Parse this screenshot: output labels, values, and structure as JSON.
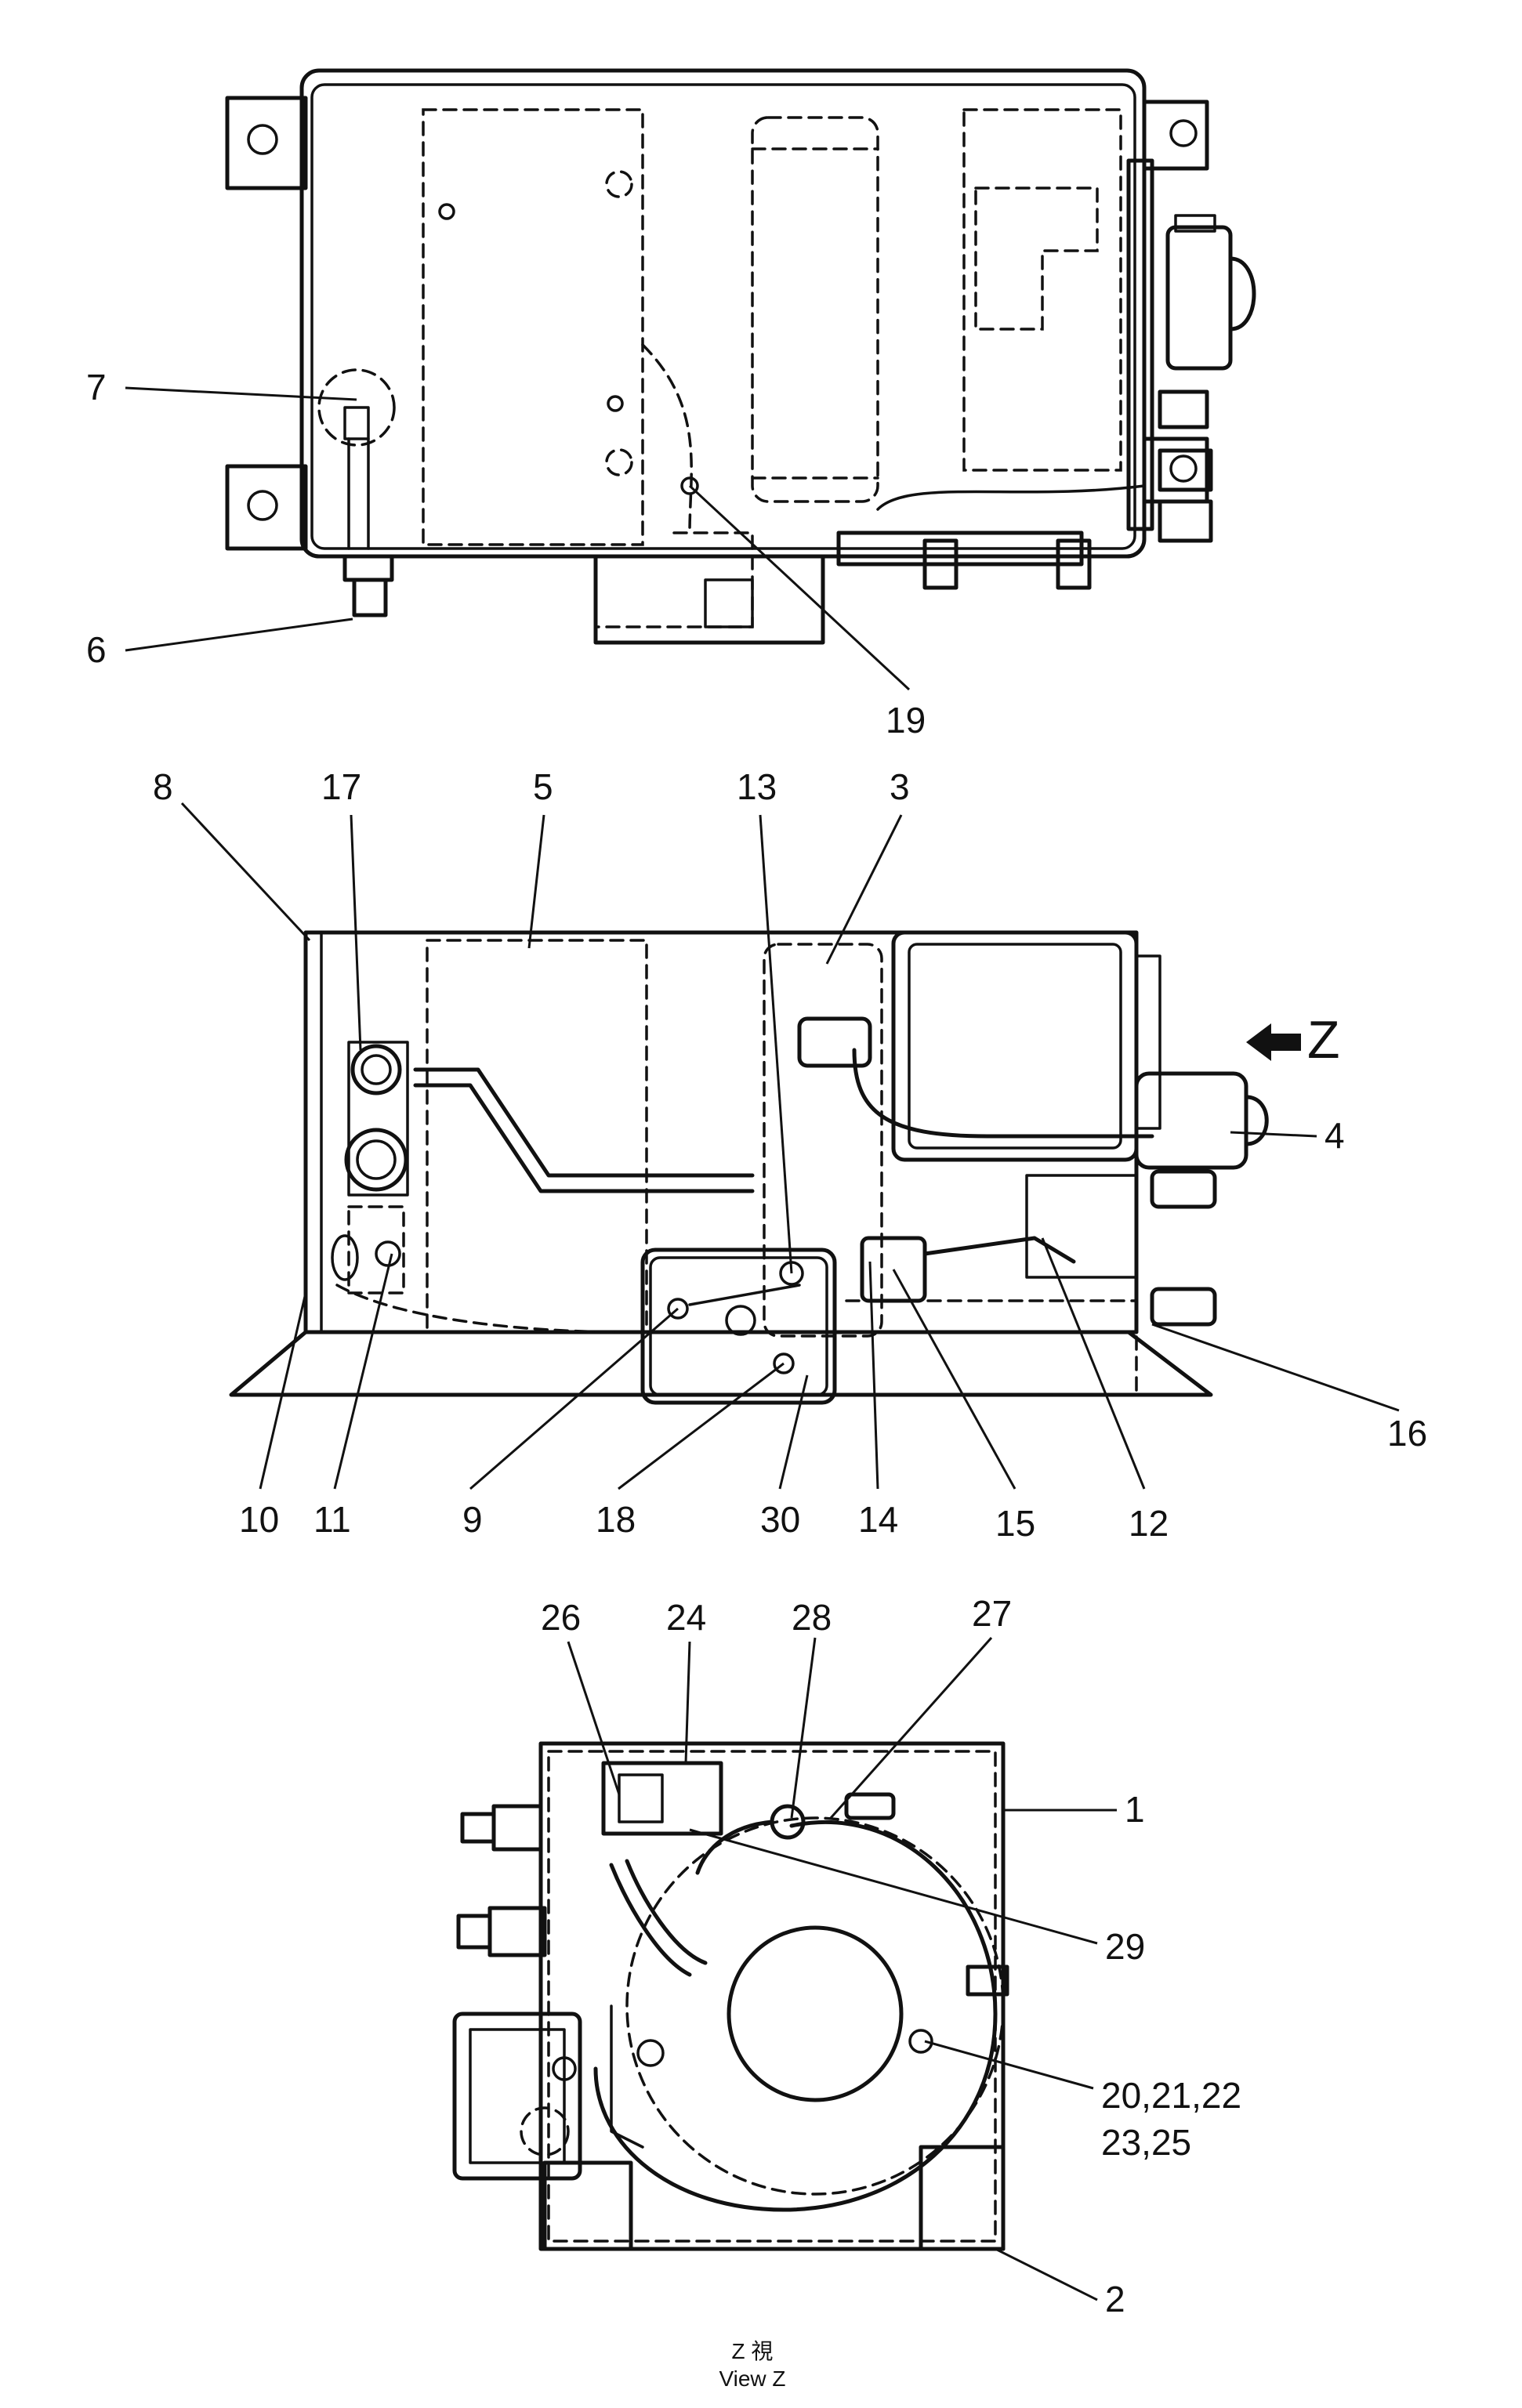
{
  "callouts": {
    "c1": "1",
    "c2": "2",
    "c3": "3",
    "c4": "4",
    "c5": "5",
    "c6": "6",
    "c7": "7",
    "c8": "8",
    "c9": "9",
    "c10": "10",
    "c11": "11",
    "c12": "12",
    "c13": "13",
    "c14": "14",
    "c15": "15",
    "c16": "16",
    "c17": "17",
    "c18": "18",
    "c19": "19",
    "c24": "24",
    "c26": "26",
    "c27": "27",
    "c28": "28",
    "c29": "29",
    "c30": "30",
    "c20_line1": "20,21,22",
    "c20_line2": "23,25"
  },
  "view_arrow_label": "Z",
  "caption": {
    "line1": "Z 視",
    "line2": "View Z"
  }
}
